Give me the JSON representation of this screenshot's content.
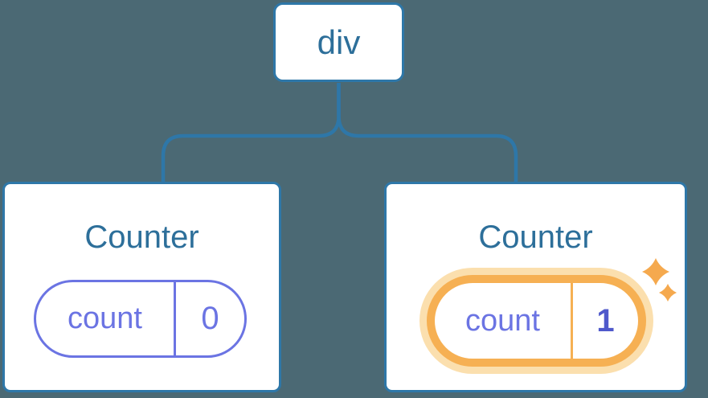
{
  "diagram": {
    "background": "#4b6974",
    "root": {
      "label": "div"
    },
    "children": [
      {
        "title": "Counter",
        "state": {
          "key": "count",
          "value": "0",
          "highlighted": false
        }
      },
      {
        "title": "Counter",
        "state": {
          "key": "count",
          "value": "1",
          "highlighted": true
        }
      }
    ],
    "icons": {
      "sparkle": "✦"
    },
    "colors": {
      "diagram_bg": "#4b6974",
      "card_bg": "#ffffff",
      "stroke_blue": "#2e77a8",
      "label_blue": "#2d6f9a",
      "state_purple": "#6b74e3",
      "state_value_bold": "#4f59cb",
      "highlight_orange": "#f6b053",
      "highlight_glow": "#fbdfae",
      "sparkle_orange": "#f5a94e"
    }
  }
}
